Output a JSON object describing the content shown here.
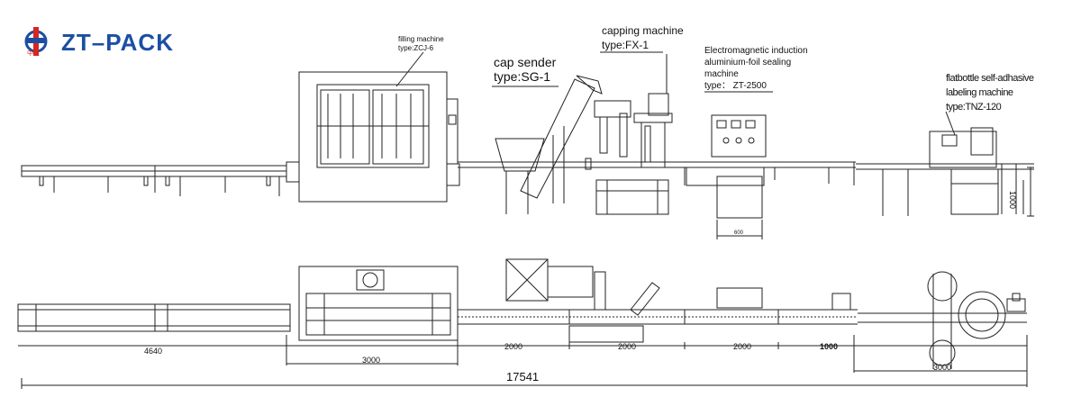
{
  "logo": {
    "text": "ZT–PACK",
    "brand_color": "#1c4fa3",
    "accent_color": "#d7261e",
    "mark_chars": "中星"
  },
  "labels": {
    "filling": {
      "name": "filling machine",
      "type": "type:ZCJ-6"
    },
    "cap_sender": {
      "name": "cap sender",
      "type": "type:SG-1"
    },
    "capping": {
      "name": "capping machine",
      "type": "type:FX-1"
    },
    "sealing": {
      "line1": "Electromagnetic induction",
      "line2": "aluminium-foil sealing",
      "line3": "machine",
      "type": "type： ZT-2500"
    },
    "labeling": {
      "line1": "flatbottle self-adhasive",
      "line2": "labeling machine",
      "type": "type:TNZ-120"
    }
  },
  "dimensions": {
    "sealer_base": "600",
    "labeler_height": "1000",
    "conveyor_in": "4640",
    "filler": "3000",
    "seg1": "2000",
    "seg2": "2000",
    "seg3": "2000",
    "seg4": "1000",
    "labeler_len": "3000",
    "total": "17541"
  }
}
